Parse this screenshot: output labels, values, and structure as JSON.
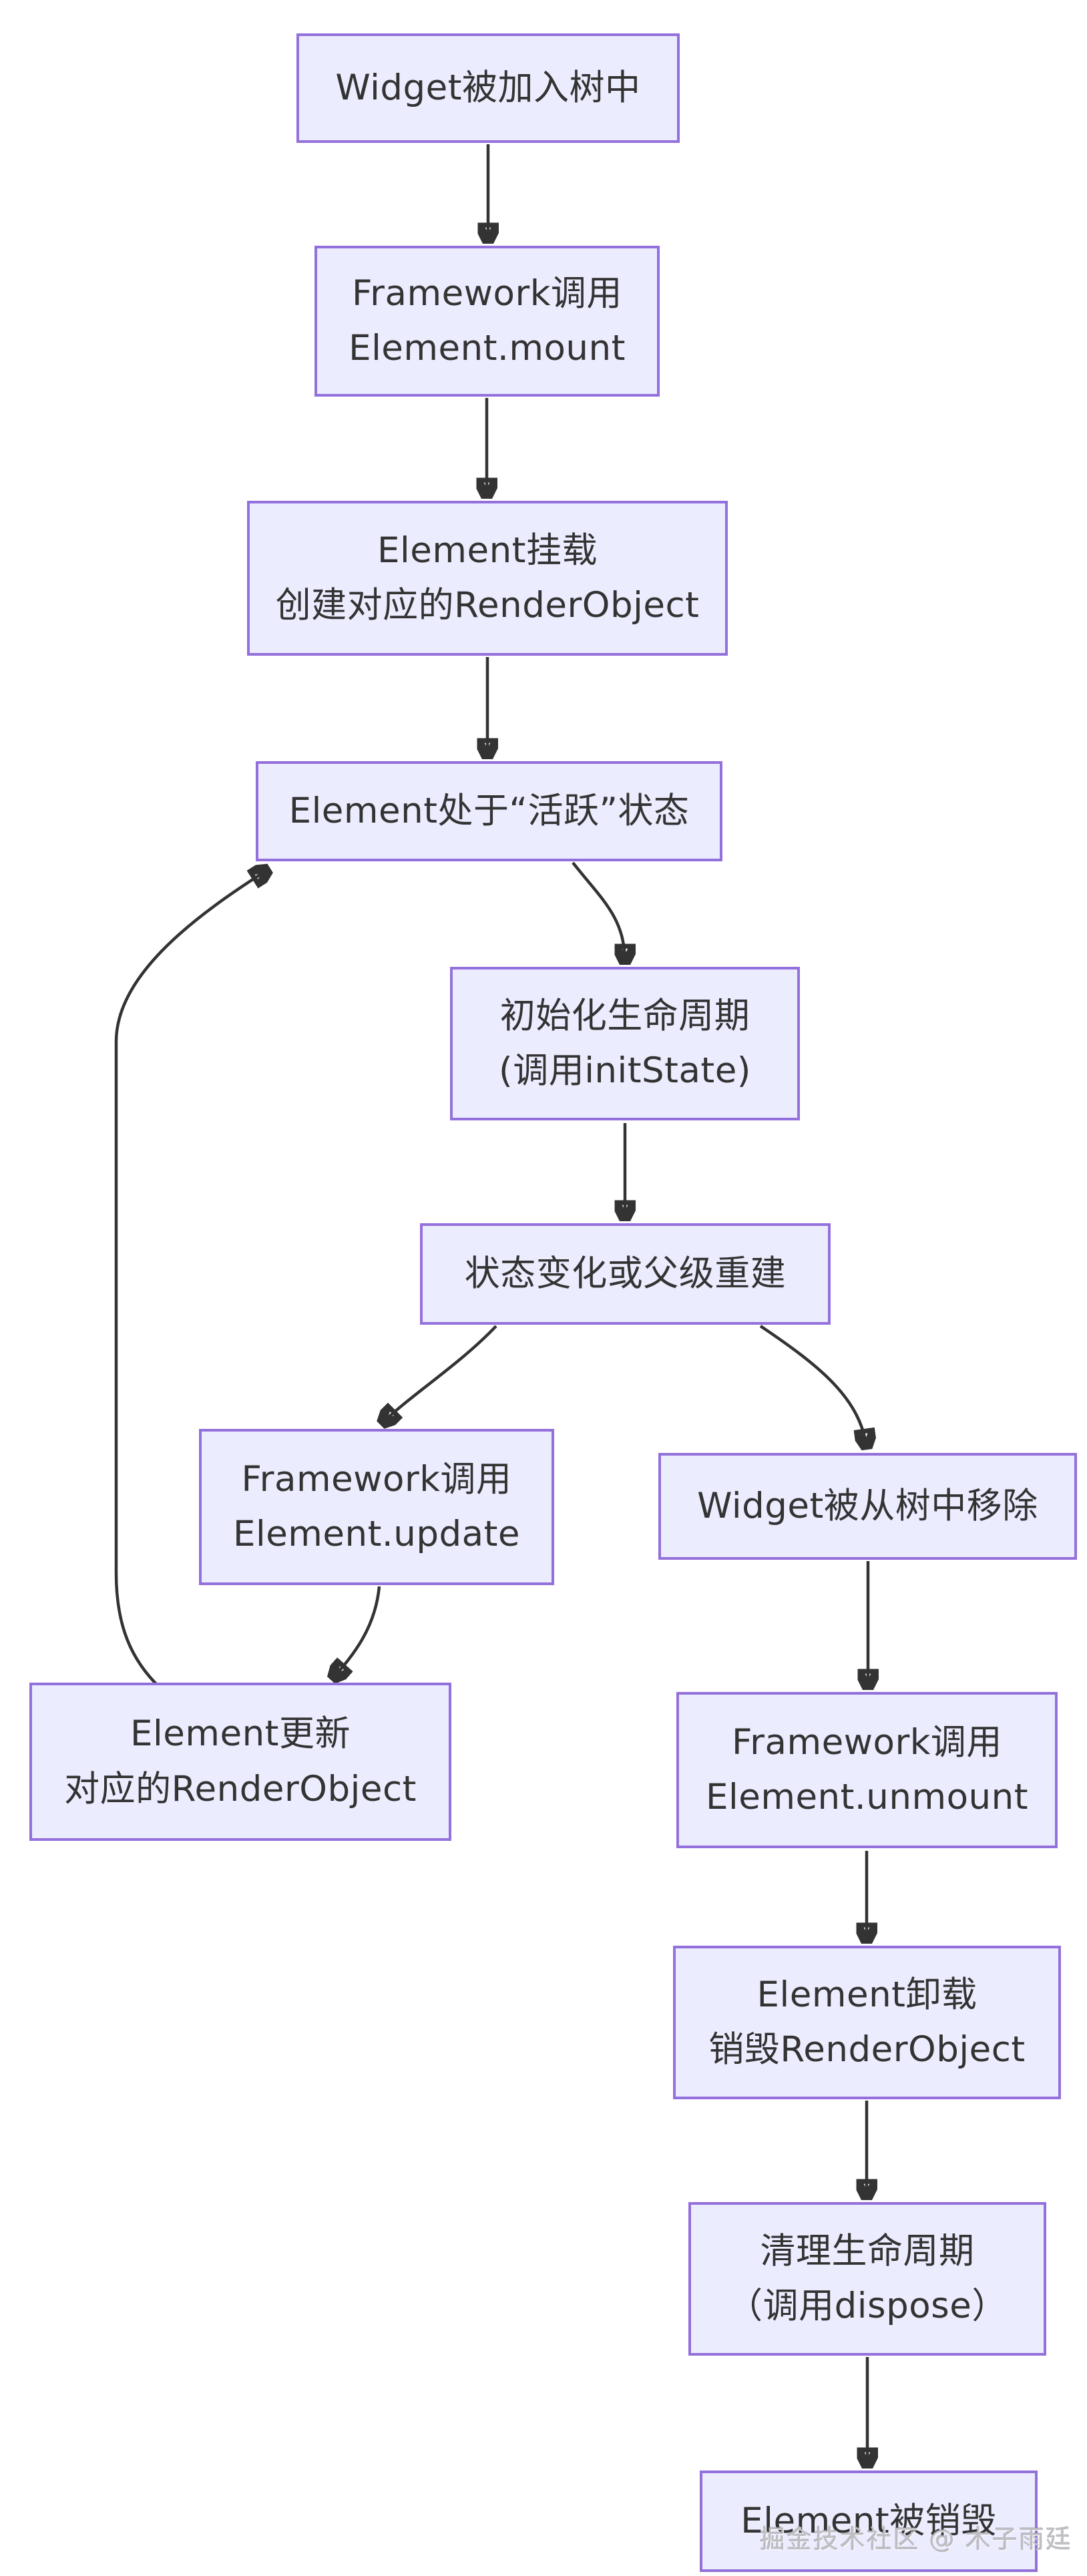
{
  "diagram": {
    "type": "flowchart",
    "direction": "top-down",
    "watermark": "掘金技术社区 @ 木子雨廷",
    "colors": {
      "canvas_bg": "#ffffff",
      "node_fill": "#ececff",
      "node_border": "#9370db",
      "node_text": "#333333",
      "arrow": "#333333",
      "watermark_text": "#bdbdc2"
    },
    "nodes": [
      {
        "id": "widget-added",
        "label": "Widget被加入树中"
      },
      {
        "id": "framework-mount",
        "label": "Framework调用\nElement.mount"
      },
      {
        "id": "element-mounted",
        "label": "Element挂载\n创建对应的RenderObject"
      },
      {
        "id": "element-active",
        "label": "Element处于“活跃”状态"
      },
      {
        "id": "init-lifecycle",
        "label": "初始化生命周期\n(调用initState)"
      },
      {
        "id": "state-change",
        "label": "状态变化或父级重建"
      },
      {
        "id": "framework-update",
        "label": "Framework调用\nElement.update"
      },
      {
        "id": "widget-removed",
        "label": "Widget被从树中移除"
      },
      {
        "id": "element-update-renderobject",
        "label": "Element更新\n对应的RenderObject"
      },
      {
        "id": "framework-unmount",
        "label": "Framework调用\nElement.unmount"
      },
      {
        "id": "element-unmounted",
        "label": "Element卸载\n销毁RenderObject"
      },
      {
        "id": "cleanup-lifecycle",
        "label": "清理生命周期\n（调用dispose）"
      },
      {
        "id": "element-destroyed",
        "label": "Element被销毁"
      }
    ],
    "edges": [
      {
        "from": "widget-added",
        "to": "framework-mount"
      },
      {
        "from": "framework-mount",
        "to": "element-mounted"
      },
      {
        "from": "element-mounted",
        "to": "element-active"
      },
      {
        "from": "element-active",
        "to": "init-lifecycle"
      },
      {
        "from": "init-lifecycle",
        "to": "state-change"
      },
      {
        "from": "state-change",
        "to": "framework-update"
      },
      {
        "from": "state-change",
        "to": "widget-removed"
      },
      {
        "from": "framework-update",
        "to": "element-update-renderobject"
      },
      {
        "from": "element-update-renderobject",
        "to": "element-active"
      },
      {
        "from": "widget-removed",
        "to": "framework-unmount"
      },
      {
        "from": "framework-unmount",
        "to": "element-unmounted"
      },
      {
        "from": "element-unmounted",
        "to": "cleanup-lifecycle"
      },
      {
        "from": "cleanup-lifecycle",
        "to": "element-destroyed"
      }
    ]
  }
}
